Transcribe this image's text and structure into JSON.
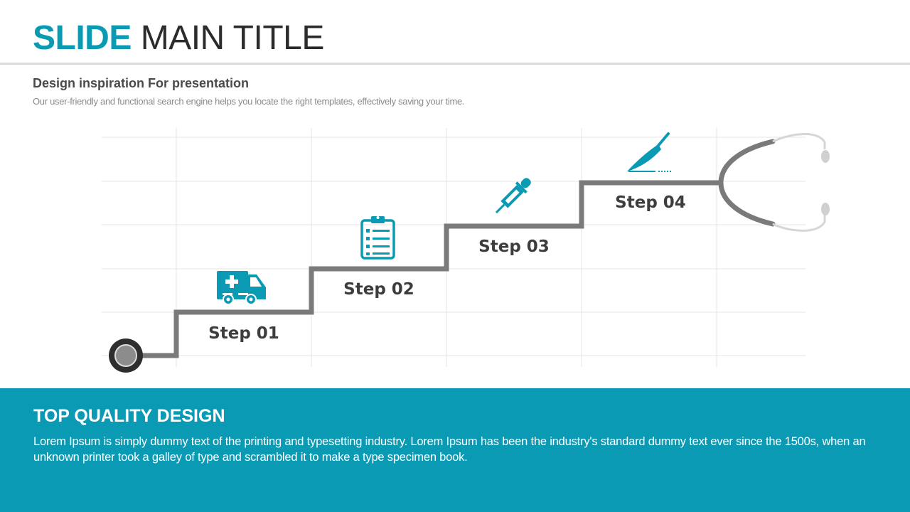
{
  "header": {
    "title_accent": "SLIDE",
    "title_rest": "MAIN TITLE",
    "subtitle": "Design inspiration For presentation",
    "description": "Our user-friendly and functional search engine helps you locate the right templates, effectively saving your time."
  },
  "steps": [
    {
      "label": "Step 01",
      "icon": "ambulance-icon"
    },
    {
      "label": "Step 02",
      "icon": "clipboard-icon"
    },
    {
      "label": "Step 03",
      "icon": "syringe-icon"
    },
    {
      "label": "Step 04",
      "icon": "scalpel-icon"
    }
  ],
  "footer": {
    "title": "TOP QUALITY DESIGN",
    "text": "Lorem Ipsum is simply dummy text of the printing and typesetting industry. Lorem Ipsum has been the industry's standard dummy text ever since the 1500s, when an unknown printer took a galley of type and scrambled it to make a type specimen book."
  },
  "colors": {
    "accent": "#0a9ab3",
    "title_dark": "#2b2b2b",
    "path_gray": "#7a7a7a",
    "grid": "#e6e6e6"
  }
}
